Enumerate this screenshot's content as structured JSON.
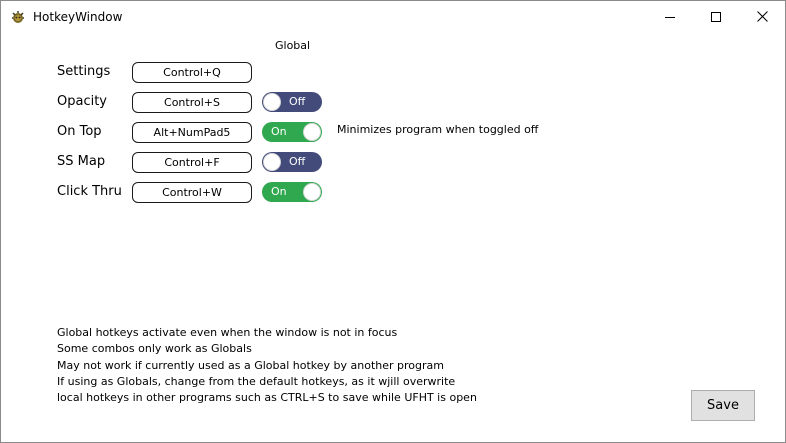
{
  "window": {
    "title": "HotkeyWindow",
    "controls": {
      "minimize": "minimize-icon",
      "maximize": "maximize-icon",
      "close": "close-icon"
    }
  },
  "main": {
    "heading": "Global",
    "rows": [
      {
        "label": "Settings",
        "hotkey": "Control+Q"
      },
      {
        "label": "Opacity",
        "hotkey": "Control+S",
        "toggle": "Off"
      },
      {
        "label": "On Top",
        "hotkey": "Alt+NumPad5",
        "toggle": "On",
        "note": "Minimizes program when toggled off"
      },
      {
        "label": "SS Map",
        "hotkey": "Control+F",
        "toggle": "Off"
      },
      {
        "label": "Click Thru",
        "hotkey": "Control+W",
        "toggle": "On"
      }
    ],
    "info": [
      "Global hotkeys activate even when the window is not in focus",
      "Some combos only work as Globals",
      "May not work if currently used as a Global hotkey by another program",
      "If using as Globals, change from the default hotkeys, as it wjill overwrite",
      "local hotkeys in other programs such as CTRL+S to save while UFHT is open"
    ],
    "save_label": "Save"
  },
  "colors": {
    "toggle_off": "#424b7a",
    "toggle_on": "#2fa84f",
    "button_face": "#e1e1e1"
  }
}
